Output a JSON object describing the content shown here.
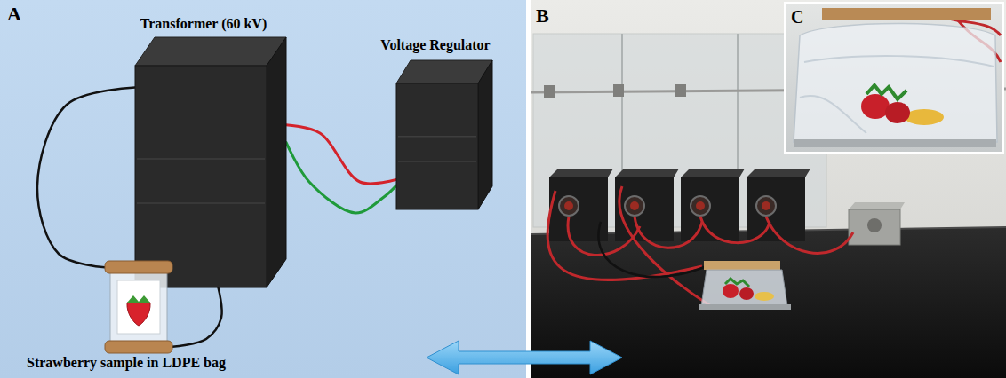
{
  "diagram": {
    "nodes": [
      {
        "text": [
          "Transformer (60 kV)"
        ]
      },
      {
        "text": [
          "Voltage Regulator"
        ]
      },
      {
        "text": [
          "Strawberry sample in LDPE bag"
        ]
      }
    ],
    "edges": [
      {
        "from": 0,
        "to": 1,
        "arrow": "none"
      },
      {
        "from": 0,
        "to": 1,
        "arrow": "none"
      },
      {
        "from": 0,
        "to": 2,
        "arrow": "none"
      },
      {
        "from": 0,
        "to": 2,
        "arrow": "none"
      }
    ],
    "labels": [
      "A",
      "B",
      "C"
    ]
  }
}
